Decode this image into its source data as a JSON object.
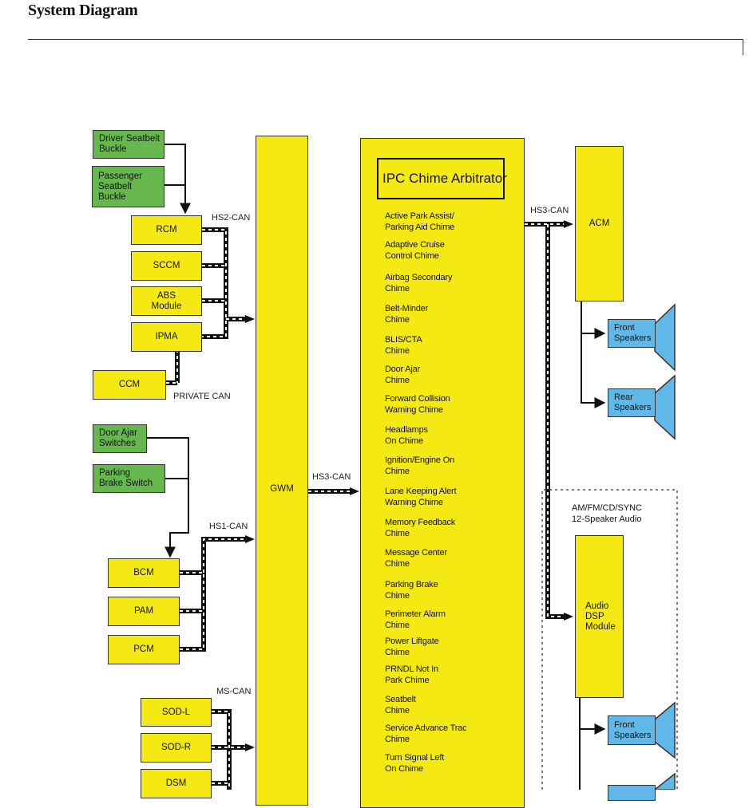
{
  "page_title": "System Diagram",
  "modules_left": {
    "driver_seatbelt_buckle": "Driver Seatbelt\nBuckle",
    "passenger_seatbelt_buckle": "Passenger\nSeatbelt\nBuckle",
    "rcm": "RCM",
    "sccm": "SCCM",
    "abs_module": "ABS\nModule",
    "ipma": "IPMA",
    "ccm": "CCM",
    "door_ajar_switches": "Door Ajar\nSwitches",
    "parking_brake_switch": "Parking\nBrake Switch",
    "bcm": "BCM",
    "pam": "PAM",
    "pcm": "PCM",
    "sod_l": "SOD-L",
    "sod_r": "SOD-R",
    "dsm": "DSM"
  },
  "buses": {
    "hs2_can": "HS2-CAN",
    "private_can": "PRIVATE CAN",
    "hs1_can": "HS1-CAN",
    "ms_can": "MS-CAN",
    "hs3_can_gwm": "HS3-CAN",
    "hs3_can_ipc": "HS3-CAN"
  },
  "gwm": "GWM",
  "ipc": {
    "title": "IPC Chime Arbitrator",
    "chimes": [
      "Active Park Assist/\nParking Aid Chime",
      "Adaptive Cruise\nControl Chime",
      "Airbag Secondary\nChime",
      "Belt-Minder\nChime",
      "BLIS/CTA\nChime",
      "Door Ajar\nChime",
      "Forward Collision\nWarning Chime",
      "Headlamps\nOn Chime",
      "Ignition/Engine On\nChime",
      "Lane Keeping Alert\nWarning Chime",
      "Memory Feedback\nChime",
      "Message Center\nChime",
      "Parking Brake\nChime",
      "Perimeter Alarm\nChime",
      "Power Liftgate\nChime",
      "PRNDL Not In\nPark Chime",
      "Seatbelt\nChime",
      "Service Advance Trac\nChime",
      "Turn Signal Left\nOn Chime"
    ]
  },
  "right": {
    "acm": "ACM",
    "front_speakers_1": "Front\nSpeakers",
    "rear_speakers_1": "Rear\nSpeakers",
    "audio_system_title": "AM/FM/CD/SYNC\n12-Speaker Audio",
    "audio_dsp_module": "Audio\nDSP\nModule",
    "front_speakers_2": "Front\nSpeakers"
  },
  "colors": {
    "module_yellow": "#f5e914",
    "switch_green": "#66b84e",
    "speaker_blue": "#5fb8e8"
  }
}
